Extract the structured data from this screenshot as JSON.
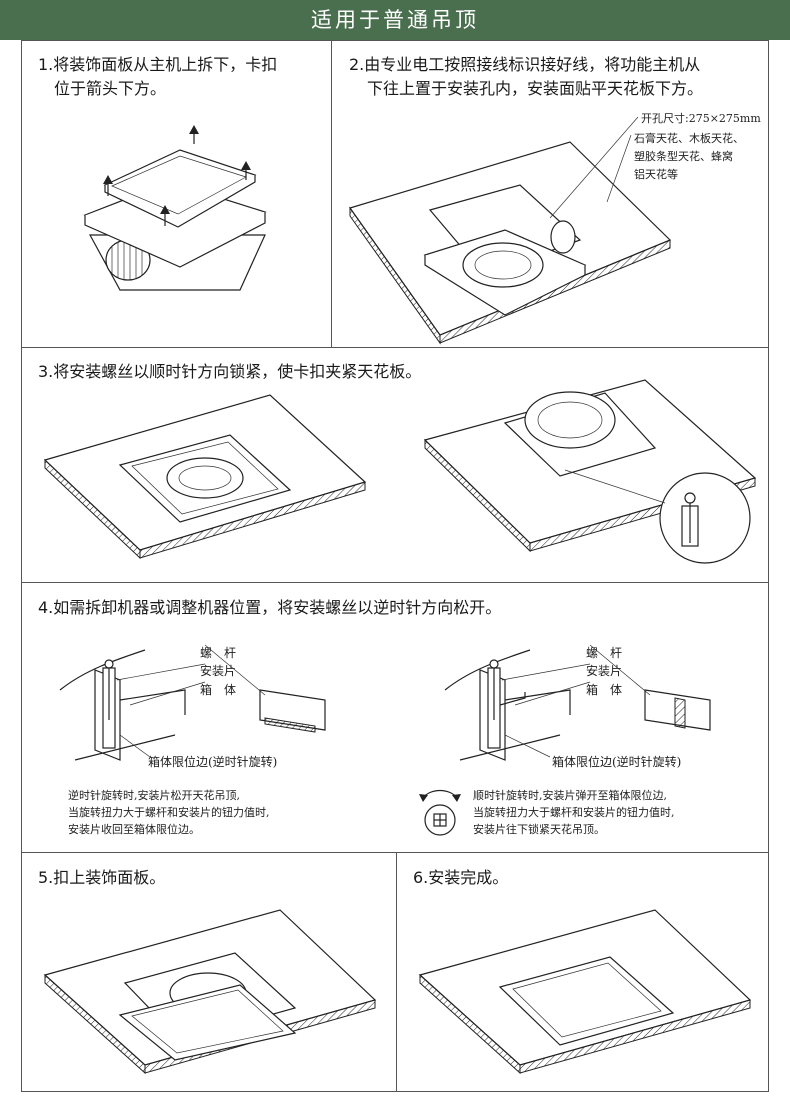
{
  "header": {
    "title": "适用于普通吊顶"
  },
  "steps": {
    "s1": {
      "line1": "1.将装饰面板从主机上拆下，卡扣",
      "line2": "位于箭头下方。"
    },
    "s2": {
      "line1": "2.由专业电工按照接线标识接好线，将功能主机从",
      "line2": "下往上置于安装孔内，安装面贴平天花板下方。"
    },
    "s3": {
      "text": "3.将安装螺丝以顺时针方向锁紧，使卡扣夹紧天花板。"
    },
    "s4": {
      "text": "4.如需拆卸机器或调整机器位置，将安装螺丝以逆时针方向松开。"
    },
    "s5": {
      "text": "5.扣上装饰面板。"
    },
    "s6": {
      "text": "6.安装完成。"
    }
  },
  "callouts": {
    "hole": "开孔尺寸:275×275mm",
    "ceiling1": "石膏天花、木板天花、",
    "ceiling2": "塑胶条型天花、蜂窝",
    "ceiling3": "铝天花等"
  },
  "labels": {
    "left": {
      "screw": "螺　杆",
      "clip": "安装片",
      "box": "箱　体",
      "limit": "箱体限位边(逆时针旋转)"
    },
    "right": {
      "screw": "螺　杆",
      "clip": "安装片",
      "box": "箱　体",
      "limit": "箱体限位边(逆时针旋转)"
    }
  },
  "notes": {
    "ccw": [
      "逆时针旋转时,安装片松开天花吊顶,",
      "当旋转扭力大于螺杆和安装片的钮力值时,",
      "安装片收回至箱体限位边。"
    ],
    "cw": [
      "顺时针旋转时,安装片弹开至箱体限位边,",
      "当旋转扭力大于螺杆和安装片的钮力值时,",
      "安装片往下锁紧天花吊顶。"
    ]
  },
  "colors": {
    "header_bg": "#4a6f4f",
    "header_text": "#ffffff",
    "border": "#555555"
  },
  "icons": [
    "arrow-up-icon",
    "rotate-icon",
    "screw-icon"
  ]
}
